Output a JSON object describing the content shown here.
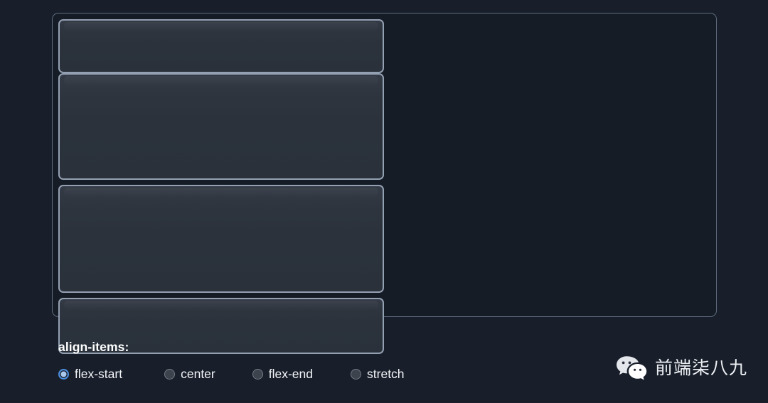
{
  "demo": {
    "name": "align-items-flex-start-demo",
    "container_bg": "#161c26",
    "container_border": "#5d6b7e",
    "item_bg": "#2b323c",
    "item_border": "#93a0b2",
    "items": [
      {
        "label": "",
        "name": "flex-item-1"
      },
      {
        "label": "",
        "name": "flex-item-2"
      },
      {
        "label": "",
        "name": "flex-item-3"
      },
      {
        "label": "",
        "name": "flex-item-4"
      }
    ]
  },
  "controls": {
    "title": "align-items:",
    "selected": "flex-start",
    "accent_color": "#4a8fe0",
    "options": [
      {
        "value": "flex-start",
        "label": "flex-start",
        "checked": true
      },
      {
        "value": "center",
        "label": "center",
        "checked": false
      },
      {
        "value": "flex-end",
        "label": "flex-end",
        "checked": false
      },
      {
        "value": "stretch",
        "label": "stretch",
        "checked": false
      }
    ]
  },
  "watermark": {
    "icon": "wechat-logo-icon",
    "brand": "前端柒八九",
    "color": "#eceff3"
  }
}
